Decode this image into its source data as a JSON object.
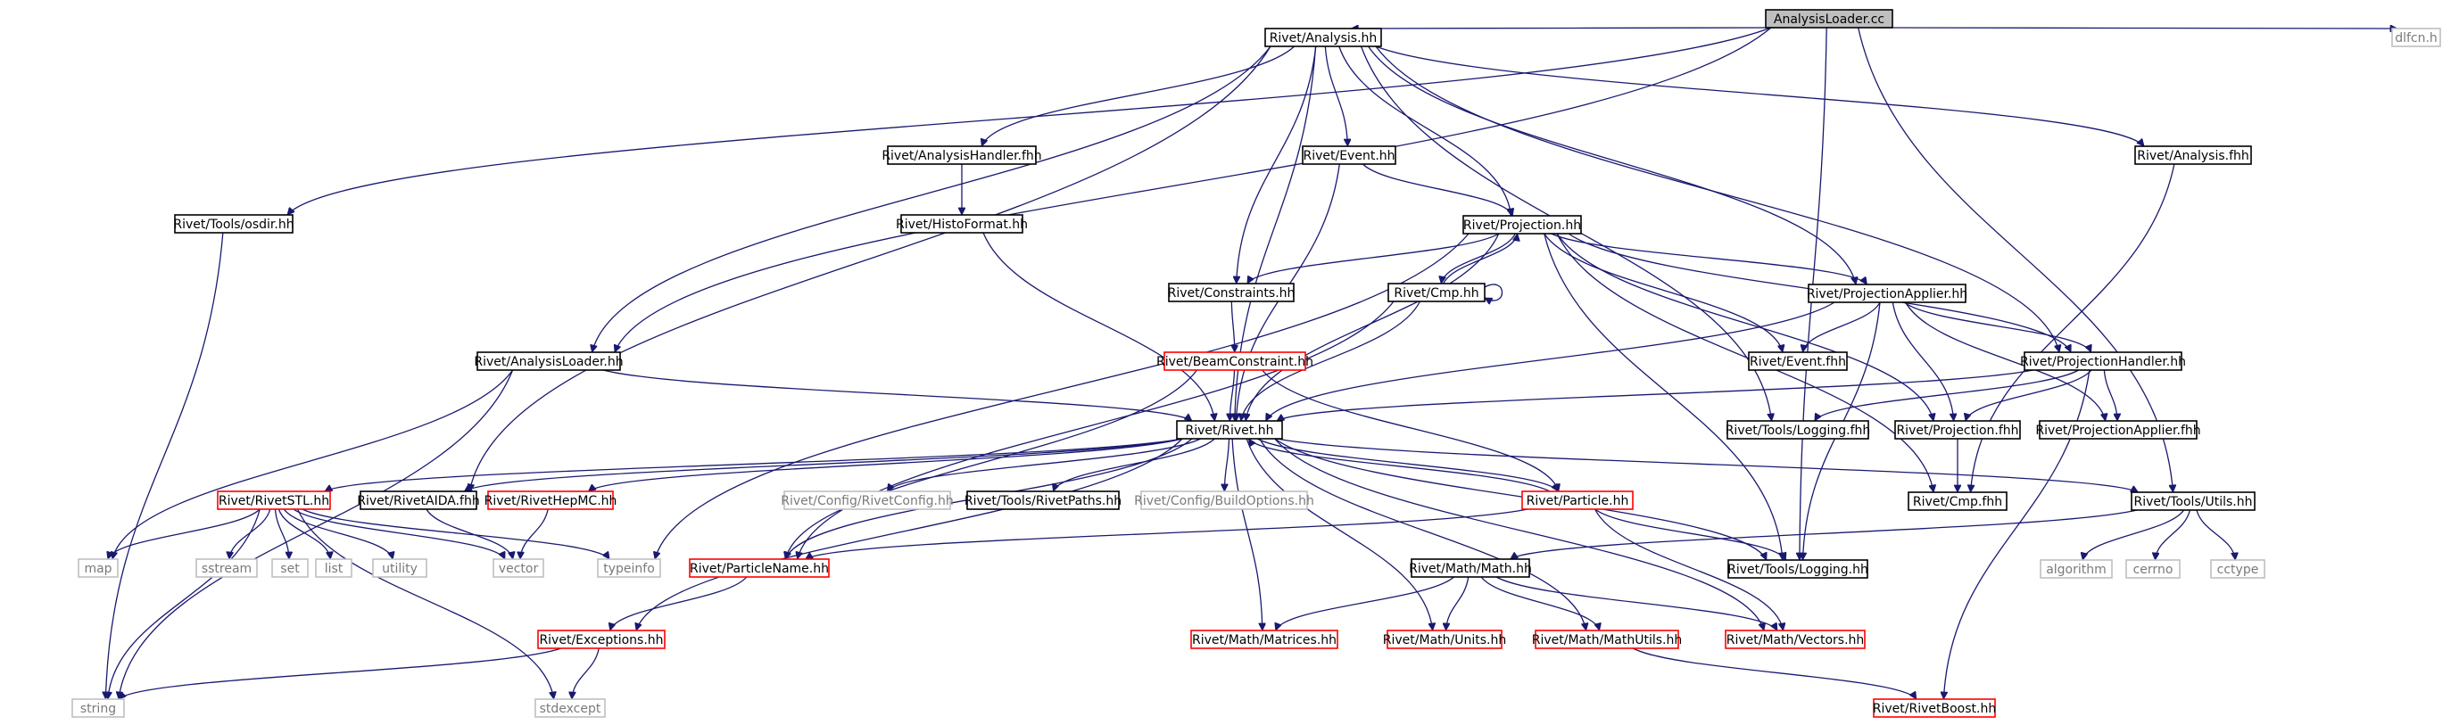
{
  "diagram": {
    "type": "include-dependency-graph",
    "nodes": [
      {
        "id": "root",
        "label": "AnalysisLoader.cc",
        "kind": "root"
      },
      {
        "id": "ahh",
        "label": "Rivet/Analysis.hh",
        "kind": "black"
      },
      {
        "id": "dlfcn",
        "label": "dlfcn.h",
        "kind": "gray"
      },
      {
        "id": "osdir",
        "label": "Rivet/Tools/osdir.hh",
        "kind": "black"
      },
      {
        "id": "ahandler",
        "label": "Rivet/AnalysisHandler.fhh",
        "kind": "black"
      },
      {
        "id": "event",
        "label": "Rivet/Event.hh",
        "kind": "black"
      },
      {
        "id": "afhh",
        "label": "Rivet/Analysis.fhh",
        "kind": "black"
      },
      {
        "id": "histo",
        "label": "Rivet/HistoFormat.hh",
        "kind": "black"
      },
      {
        "id": "proj",
        "label": "Rivet/Projection.hh",
        "kind": "black"
      },
      {
        "id": "constr",
        "label": "Rivet/Constraints.hh",
        "kind": "black"
      },
      {
        "id": "cmp",
        "label": "Rivet/Cmp.hh",
        "kind": "black"
      },
      {
        "id": "papplier",
        "label": "Rivet/ProjectionApplier.hh",
        "kind": "black"
      },
      {
        "id": "aloader",
        "label": "Rivet/AnalysisLoader.hh",
        "kind": "black"
      },
      {
        "id": "beam",
        "label": "Rivet/BeamConstraint.hh",
        "kind": "red"
      },
      {
        "id": "efhh",
        "label": "Rivet/Event.fhh",
        "kind": "black"
      },
      {
        "id": "phandler",
        "label": "Rivet/ProjectionHandler.hh",
        "kind": "black"
      },
      {
        "id": "rivet",
        "label": "Rivet/Rivet.hh",
        "kind": "black"
      },
      {
        "id": "logfhh",
        "label": "Rivet/Tools/Logging.fhh",
        "kind": "black"
      },
      {
        "id": "projfhh",
        "label": "Rivet/Projection.fhh",
        "kind": "black"
      },
      {
        "id": "pappfhh",
        "label": "Rivet/ProjectionApplier.fhh",
        "kind": "black"
      },
      {
        "id": "stl",
        "label": "Rivet/RivetSTL.hh",
        "kind": "red"
      },
      {
        "id": "aida",
        "label": "Rivet/RivetAIDA.fhh",
        "kind": "black"
      },
      {
        "id": "hepmc",
        "label": "Rivet/RivetHepMC.hh",
        "kind": "red"
      },
      {
        "id": "config",
        "label": "Rivet/Config/RivetConfig.hh",
        "kind": "gray"
      },
      {
        "id": "paths",
        "label": "Rivet/Tools/RivetPaths.hh",
        "kind": "black"
      },
      {
        "id": "build",
        "label": "Rivet/Config/BuildOptions.hh",
        "kind": "gray"
      },
      {
        "id": "particle",
        "label": "Rivet/Particle.hh",
        "kind": "red"
      },
      {
        "id": "cmpfhh",
        "label": "Rivet/Cmp.fhh",
        "kind": "black"
      },
      {
        "id": "utils",
        "label": "Rivet/Tools/Utils.hh",
        "kind": "black"
      },
      {
        "id": "map",
        "label": "map",
        "kind": "gray"
      },
      {
        "id": "sstream",
        "label": "sstream",
        "kind": "gray"
      },
      {
        "id": "set",
        "label": "set",
        "kind": "gray"
      },
      {
        "id": "list",
        "label": "list",
        "kind": "gray"
      },
      {
        "id": "utility",
        "label": "utility",
        "kind": "gray"
      },
      {
        "id": "vector",
        "label": "vector",
        "kind": "gray"
      },
      {
        "id": "typeinfo",
        "label": "typeinfo",
        "kind": "gray"
      },
      {
        "id": "pname",
        "label": "Rivet/ParticleName.hh",
        "kind": "red"
      },
      {
        "id": "math",
        "label": "Rivet/Math/Math.hh",
        "kind": "black"
      },
      {
        "id": "loghh",
        "label": "Rivet/Tools/Logging.hh",
        "kind": "black"
      },
      {
        "id": "algorithm",
        "label": "algorithm",
        "kind": "gray"
      },
      {
        "id": "cerrno",
        "label": "cerrno",
        "kind": "gray"
      },
      {
        "id": "cctype",
        "label": "cctype",
        "kind": "gray"
      },
      {
        "id": "exc",
        "label": "Rivet/Exceptions.hh",
        "kind": "red"
      },
      {
        "id": "matrices",
        "label": "Rivet/Math/Matrices.hh",
        "kind": "red"
      },
      {
        "id": "units",
        "label": "Rivet/Math/Units.hh",
        "kind": "red"
      },
      {
        "id": "mathutils",
        "label": "Rivet/Math/MathUtils.hh",
        "kind": "red"
      },
      {
        "id": "vectors",
        "label": "Rivet/Math/Vectors.hh",
        "kind": "red"
      },
      {
        "id": "string",
        "label": "string",
        "kind": "gray"
      },
      {
        "id": "stdexcept",
        "label": "stdexcept",
        "kind": "gray"
      },
      {
        "id": "boost",
        "label": "Rivet/RivetBoost.hh",
        "kind": "red"
      }
    ],
    "edges": [
      [
        "root",
        "ahh"
      ],
      [
        "root",
        "dlfcn"
      ],
      [
        "root",
        "osdir"
      ],
      [
        "root",
        "aloader"
      ],
      [
        "root",
        "utils"
      ],
      [
        "root",
        "loghh"
      ],
      [
        "ahh",
        "ahandler"
      ],
      [
        "ahh",
        "event"
      ],
      [
        "ahh",
        "afhh"
      ],
      [
        "ahh",
        "proj"
      ],
      [
        "ahh",
        "constr"
      ],
      [
        "ahh",
        "papplier"
      ],
      [
        "ahh",
        "phandler"
      ],
      [
        "ahh",
        "aloader"
      ],
      [
        "ahh",
        "rivet"
      ],
      [
        "ahh",
        "aida"
      ],
      [
        "ahh",
        "logfhh"
      ],
      [
        "osdir",
        "string"
      ],
      [
        "ahandler",
        "histo"
      ],
      [
        "histo",
        "rivet"
      ],
      [
        "event",
        "proj"
      ],
      [
        "event",
        "rivet"
      ],
      [
        "afhh",
        "cmpfhh"
      ],
      [
        "proj",
        "constr"
      ],
      [
        "proj",
        "cmp"
      ],
      [
        "proj",
        "papplier"
      ],
      [
        "proj",
        "efhh"
      ],
      [
        "proj",
        "phandler"
      ],
      [
        "proj",
        "rivet"
      ],
      [
        "proj",
        "projfhh"
      ],
      [
        "proj",
        "loghh"
      ],
      [
        "proj",
        "cmpfhh"
      ],
      [
        "proj",
        "typeinfo"
      ],
      [
        "cmp",
        "cmp"
      ],
      [
        "cmp",
        "proj"
      ],
      [
        "cmp",
        "rivet"
      ],
      [
        "cmp",
        "pname"
      ],
      [
        "constr",
        "beam"
      ],
      [
        "beam",
        "rivet"
      ],
      [
        "beam",
        "particle"
      ],
      [
        "beam",
        "pname"
      ],
      [
        "papplier",
        "efhh"
      ],
      [
        "papplier",
        "phandler"
      ],
      [
        "papplier",
        "projfhh"
      ],
      [
        "papplier",
        "pappfhh"
      ],
      [
        "papplier",
        "rivet"
      ],
      [
        "papplier",
        "loghh"
      ],
      [
        "phandler",
        "rivet"
      ],
      [
        "phandler",
        "logfhh"
      ],
      [
        "phandler",
        "projfhh"
      ],
      [
        "phandler",
        "pappfhh"
      ],
      [
        "phandler",
        "boost"
      ],
      [
        "aloader",
        "rivet"
      ],
      [
        "aloader",
        "map"
      ],
      [
        "aloader",
        "string"
      ],
      [
        "rivet",
        "stl"
      ],
      [
        "rivet",
        "aida"
      ],
      [
        "rivet",
        "hepmc"
      ],
      [
        "rivet",
        "config"
      ],
      [
        "rivet",
        "paths"
      ],
      [
        "rivet",
        "build"
      ],
      [
        "rivet",
        "particle"
      ],
      [
        "rivet",
        "utils"
      ],
      [
        "rivet",
        "pname"
      ],
      [
        "rivet",
        "exc"
      ],
      [
        "rivet",
        "matrices"
      ],
      [
        "rivet",
        "units"
      ],
      [
        "rivet",
        "mathutils"
      ],
      [
        "rivet",
        "vectors"
      ],
      [
        "rivet",
        "loghh"
      ],
      [
        "projfhh",
        "cmpfhh"
      ],
      [
        "stl",
        "map"
      ],
      [
        "stl",
        "sstream"
      ],
      [
        "stl",
        "set"
      ],
      [
        "stl",
        "list"
      ],
      [
        "stl",
        "utility"
      ],
      [
        "stl",
        "vector"
      ],
      [
        "stl",
        "typeinfo"
      ],
      [
        "stl",
        "string"
      ],
      [
        "stl",
        "stdexcept"
      ],
      [
        "aida",
        "vector"
      ],
      [
        "hepmc",
        "vector"
      ],
      [
        "particle",
        "rivet"
      ],
      [
        "particle",
        "pname"
      ],
      [
        "particle",
        "loghh"
      ],
      [
        "particle",
        "vectors"
      ],
      [
        "utils",
        "algorithm"
      ],
      [
        "utils",
        "cerrno"
      ],
      [
        "utils",
        "cctype"
      ],
      [
        "utils",
        "math"
      ],
      [
        "pname",
        "exc"
      ],
      [
        "math",
        "matrices"
      ],
      [
        "math",
        "units"
      ],
      [
        "math",
        "mathutils"
      ],
      [
        "math",
        "vectors"
      ],
      [
        "exc",
        "string"
      ],
      [
        "exc",
        "stdexcept"
      ],
      [
        "mathutils",
        "boost"
      ]
    ]
  }
}
